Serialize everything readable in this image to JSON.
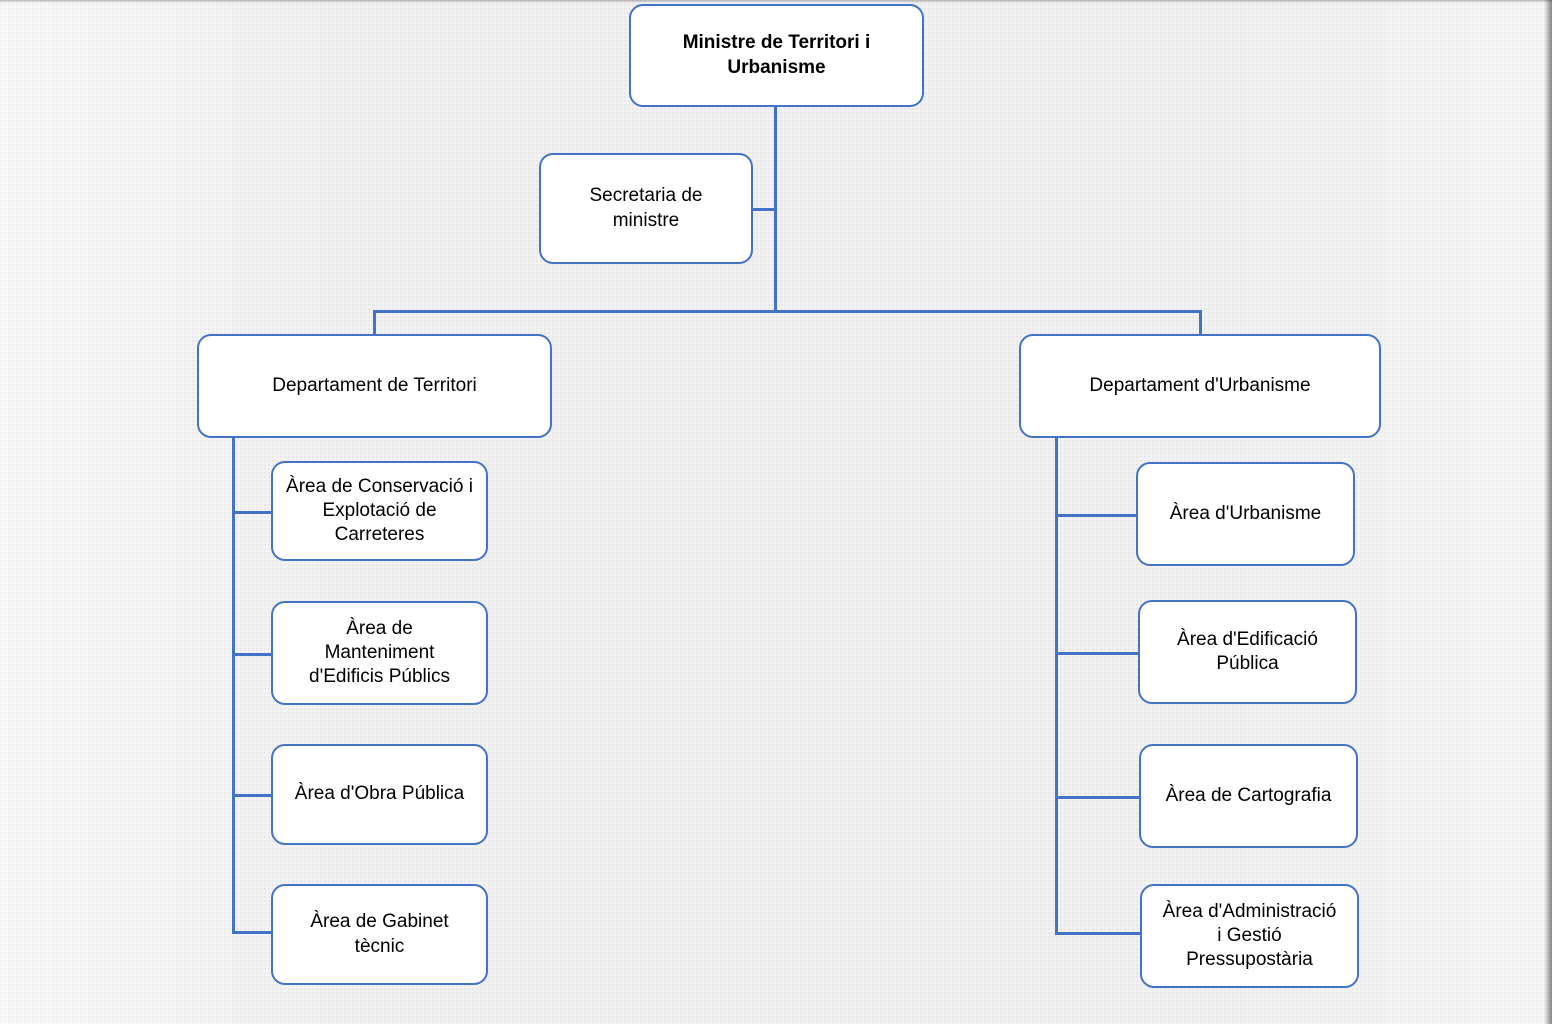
{
  "diagram": {
    "type": "organization-chart",
    "title_text": "Ministre de Territori i Urbanisme",
    "language": "ca",
    "colors": {
      "node_border": "#4472C4",
      "node_fill": "#FFFFFF",
      "connector": "#4472C4",
      "background": "#F1F1F1",
      "text": "#000000"
    }
  },
  "nodes": {
    "root": {
      "label": "Ministre de Territori i\nUrbanisme"
    },
    "assistant": {
      "label": "Secretaria de\nministre"
    },
    "dept_territori": {
      "label": "Departament de Territori"
    },
    "dept_urbanisme": {
      "label": "Departament d'Urbanisme"
    },
    "territori_areas": [
      {
        "label": "Àrea de Conservació i\nExplotació de\nCarreteres"
      },
      {
        "label": "Àrea de\nManteniment\nd'Edificis Públics"
      },
      {
        "label": "Àrea d'Obra Pública"
      },
      {
        "label": "Àrea de Gabinet\ntècnic"
      }
    ],
    "urbanisme_areas": [
      {
        "label": "Àrea d'Urbanisme"
      },
      {
        "label": "Àrea d'Edificació\nPública"
      },
      {
        "label": "Àrea de Cartografia"
      },
      {
        "label": "Àrea d'Administració\ni Gestió\nPressupostària"
      }
    ]
  }
}
